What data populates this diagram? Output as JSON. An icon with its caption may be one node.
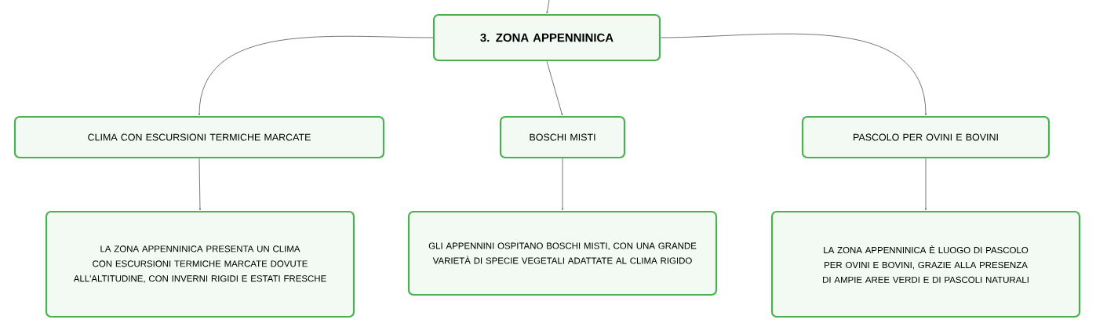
{
  "diagram": {
    "nodes": [
      {
        "text": [
          "3. ZONA APPENNINICA"
        ]
      },
      {
        "text": [
          "CLIMA CON ESCURSIONI TERMICHE MARCATE"
        ]
      },
      {
        "text": [
          "BOSCHI MISTI"
        ]
      },
      {
        "text": [
          "PASCOLO PER OVINI E BOVINI"
        ]
      },
      {
        "text": [
          "LA ZONA APPENNINICA PRESENTA UN CLIMA CON ESCURSIONI TERMICHE MARCATE DOVUTE ALL'ALTITUDINE, CON INVERNI RIGIDI E ESTATI FRESCHE"
        ]
      },
      {
        "text": [
          "GLI APPENNINI OSPITANO BOSCHI MISTI, CON UNA GRANDE VARIETÀ DI SPECIE VEGETALI ADATTATE AL CLIMA RIGIDO"
        ]
      },
      {
        "text": [
          "LA ZONA APPENNINICA È LUOGO DI PASCOLO PER OVINI E BOVINI, GRAZIE ALLA PRESENZA DI AMPIE AREE VERDI E DI PASCOLI NATURALI"
        ]
      }
    ],
    "edges": [
      {
        "from": null,
        "to": 0,
        "arrow": "to"
      },
      {
        "from": 0,
        "to": 1,
        "arrow": "to"
      },
      {
        "from": 0,
        "to": 2,
        "arrow": "to"
      },
      {
        "from": 0,
        "to": 3,
        "arrow": "to"
      },
      {
        "from": 1,
        "to": 4,
        "arrow": "to"
      },
      {
        "from": 2,
        "to": 5,
        "arrow": "to"
      },
      {
        "from": 3,
        "to": 6,
        "arrow": "to"
      }
    ]
  }
}
